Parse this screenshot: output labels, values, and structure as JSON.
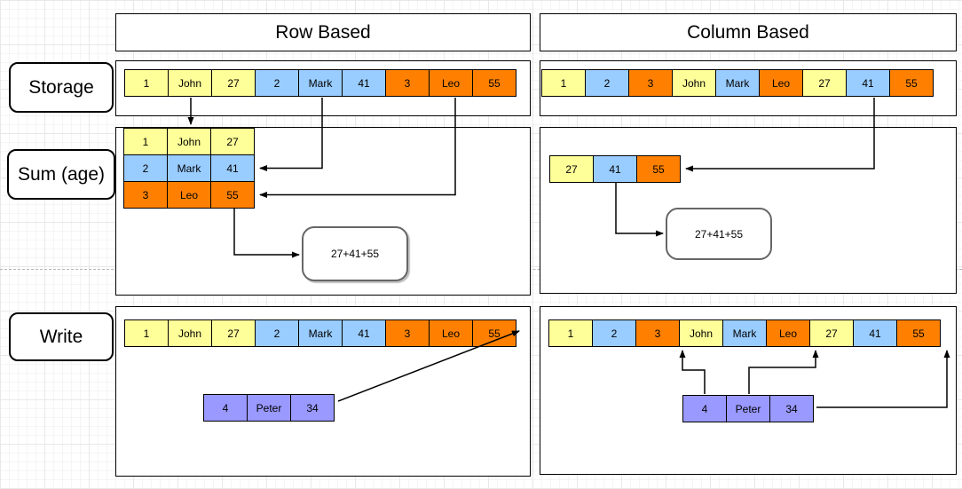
{
  "headers": {
    "left": "Row Based",
    "right": "Column Based"
  },
  "row_labels": {
    "storage": "Storage",
    "sum": "Sum (age)",
    "write": "Write"
  },
  "colors": {
    "yellow": "#FFFF99",
    "blue": "#99CCFF",
    "orange": "#FF8000",
    "purple": "#9999FF"
  },
  "row_based": {
    "storage_row": [
      {
        "v": "1",
        "c": "yellow"
      },
      {
        "v": "John",
        "c": "yellow"
      },
      {
        "v": "27",
        "c": "yellow"
      },
      {
        "v": "2",
        "c": "blue"
      },
      {
        "v": "Mark",
        "c": "blue"
      },
      {
        "v": "41",
        "c": "blue"
      },
      {
        "v": "3",
        "c": "orange"
      },
      {
        "v": "Leo",
        "c": "orange"
      },
      {
        "v": "55",
        "c": "orange"
      }
    ],
    "sum_table": [
      [
        {
          "v": "1",
          "c": "yellow"
        },
        {
          "v": "John",
          "c": "yellow"
        },
        {
          "v": "27",
          "c": "yellow"
        }
      ],
      [
        {
          "v": "2",
          "c": "blue"
        },
        {
          "v": "Mark",
          "c": "blue"
        },
        {
          "v": "41",
          "c": "blue"
        }
      ],
      [
        {
          "v": "3",
          "c": "orange"
        },
        {
          "v": "Leo",
          "c": "orange"
        },
        {
          "v": "55",
          "c": "orange"
        }
      ]
    ],
    "sum_result": "27+41+55",
    "write_row": [
      {
        "v": "1",
        "c": "yellow"
      },
      {
        "v": "John",
        "c": "yellow"
      },
      {
        "v": "27",
        "c": "yellow"
      },
      {
        "v": "2",
        "c": "blue"
      },
      {
        "v": "Mark",
        "c": "blue"
      },
      {
        "v": "41",
        "c": "blue"
      },
      {
        "v": "3",
        "c": "orange"
      },
      {
        "v": "Leo",
        "c": "orange"
      },
      {
        "v": "55",
        "c": "orange"
      }
    ],
    "new_record": [
      {
        "v": "4",
        "c": "purple"
      },
      {
        "v": "Peter",
        "c": "purple"
      },
      {
        "v": "34",
        "c": "purple"
      }
    ]
  },
  "column_based": {
    "storage_row": [
      {
        "v": "1",
        "c": "yellow"
      },
      {
        "v": "2",
        "c": "blue"
      },
      {
        "v": "3",
        "c": "orange"
      },
      {
        "v": "John",
        "c": "yellow"
      },
      {
        "v": "Mark",
        "c": "blue"
      },
      {
        "v": "Leo",
        "c": "orange"
      },
      {
        "v": "27",
        "c": "yellow"
      },
      {
        "v": "41",
        "c": "blue"
      },
      {
        "v": "55",
        "c": "orange"
      }
    ],
    "sum_row": [
      {
        "v": "27",
        "c": "yellow"
      },
      {
        "v": "41",
        "c": "blue"
      },
      {
        "v": "55",
        "c": "orange"
      }
    ],
    "sum_result": "27+41+55",
    "write_row": [
      {
        "v": "1",
        "c": "yellow"
      },
      {
        "v": "2",
        "c": "blue"
      },
      {
        "v": "3",
        "c": "orange"
      },
      {
        "v": "John",
        "c": "yellow"
      },
      {
        "v": "Mark",
        "c": "blue"
      },
      {
        "v": "Leo",
        "c": "orange"
      },
      {
        "v": "27",
        "c": "yellow"
      },
      {
        "v": "41",
        "c": "blue"
      },
      {
        "v": "55",
        "c": "orange"
      }
    ],
    "new_record": [
      {
        "v": "4",
        "c": "purple"
      },
      {
        "v": "Peter",
        "c": "purple"
      },
      {
        "v": "34",
        "c": "purple"
      }
    ]
  }
}
